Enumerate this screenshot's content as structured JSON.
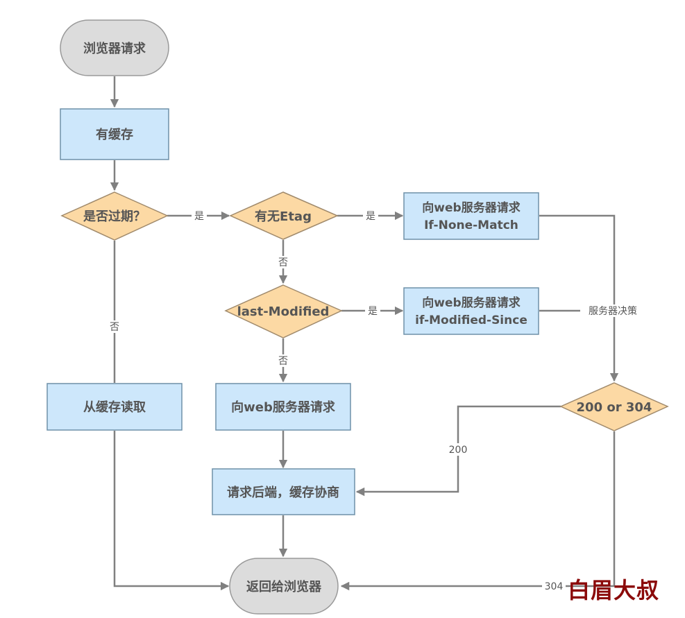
{
  "nodes": {
    "browser_request": "浏览器请求",
    "has_cache": "有缓存",
    "expired": "是否过期？",
    "has_etag": "有无Etag",
    "etag_request_line1": "向web服务器请求",
    "etag_request_line2": "If-None-Match",
    "last_modified": "last-Modified",
    "modified_request_line1": "向web服务器请求",
    "modified_request_line2": "if-Modified-Since",
    "read_cache": "从缓存读取",
    "web_request": "向web服务器请求",
    "status_decision": "200 or 304",
    "backend_negotiate": "请求后端，缓存协商",
    "return_browser": "返回给浏览器"
  },
  "edges": {
    "expired_yes": "是",
    "etag_yes": "是",
    "etag_no": "否",
    "expired_no": "否",
    "lastmod_yes": "是",
    "lastmod_no": "否",
    "server_decision": "服务器决策",
    "status_200": "200",
    "status_304": "304"
  },
  "watermark": "白眉大叔",
  "colors": {
    "process_fill": "#cde7fb",
    "decision_fill": "#fcd9a4",
    "terminal_fill": "#dcdcdc",
    "connector": "#808080",
    "watermark": "#8b0a0a"
  }
}
